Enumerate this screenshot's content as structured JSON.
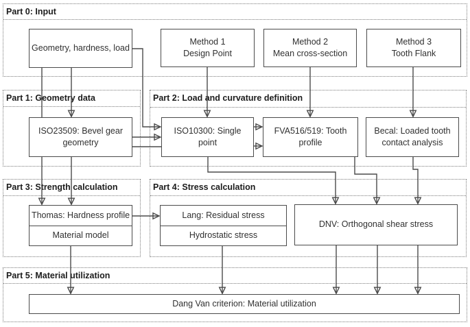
{
  "diagram": {
    "parts": {
      "part0": "Part 0: Input",
      "part1": "Part 1: Geometry data",
      "part2": "Part 2: Load and curvature definition",
      "part3": "Part 3: Strength calculation",
      "part4": "Part 4: Stress calculation",
      "part5": "Part 5: Material utilization"
    },
    "nodes": {
      "input": "Geometry, hardness, load",
      "method1": "Method 1\nDesign Point",
      "method2": "Method 2\nMean cross-section",
      "method3": "Method 3\nTooth Flank",
      "iso23509": "ISO23509: Bevel gear\ngeometry",
      "iso10300": "ISO10300: Single\npoint",
      "fva": "FVA516/519: Tooth\nprofile",
      "becal": "Becal: Loaded tooth\ncontact analysis",
      "thomas_top": "Thomas: Hardness profile",
      "thomas_bottom": "Material model",
      "lang_top": "Lang: Residual stress",
      "lang_bottom": "Hydrostatic stress",
      "dnv": "DNV: Orthogonal shear stress",
      "dangvan": "Dang Van criterion: Material utilization"
    },
    "colors": {
      "line": "#4a4a4a",
      "box_border": "#4a4a4a",
      "container_border": "#7a7a7a",
      "text": "#303030",
      "background": "#ffffff"
    }
  }
}
